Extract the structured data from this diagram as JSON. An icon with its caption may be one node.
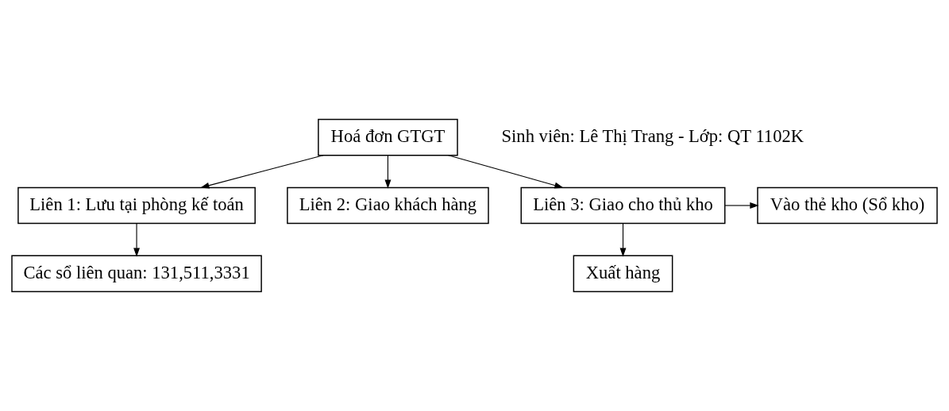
{
  "diagram": {
    "nodes": [
      {
        "text": [
          "Hoá đơn GTGT"
        ]
      },
      {
        "text": [
          "Liên 1: Lưu tại phòng kế toán"
        ]
      },
      {
        "text": [
          "Liên 2: Giao khách hàng"
        ]
      },
      {
        "text": [
          "Liên 3: Giao cho thủ kho"
        ]
      },
      {
        "text": [
          "Vào thẻ kho (Sổ kho)"
        ]
      },
      {
        "text": [
          "Các sổ liên quan: 131,511,3331"
        ]
      },
      {
        "text": [
          "Xuất hàng"
        ]
      }
    ],
    "edges": [
      {
        "from": 0,
        "to": 1,
        "arrow": "to"
      },
      {
        "from": 0,
        "to": 2,
        "arrow": "to"
      },
      {
        "from": 0,
        "to": 3,
        "arrow": "to"
      },
      {
        "from": 3,
        "to": 4,
        "arrow": "to"
      },
      {
        "from": 1,
        "to": 5,
        "arrow": "to"
      },
      {
        "from": 3,
        "to": 6,
        "arrow": "to"
      }
    ],
    "labels": [
      "Sinh viên: Lê Thị Trang - Lớp: QT 1102K"
    ]
  }
}
